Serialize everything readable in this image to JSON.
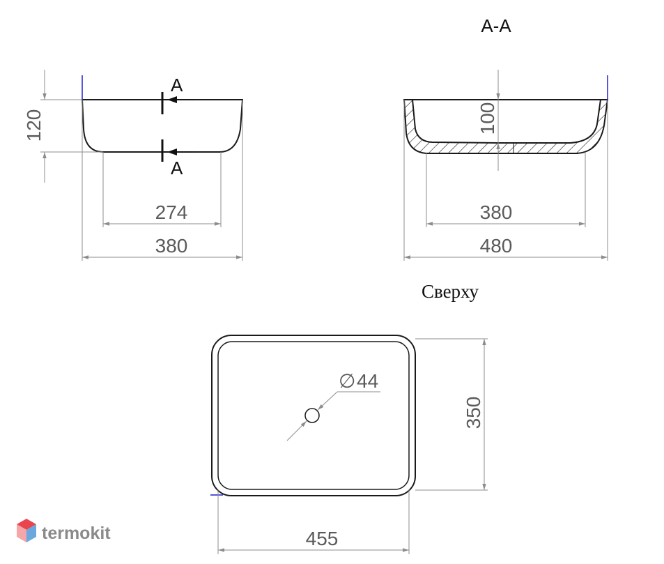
{
  "section_title": "A-A",
  "top_view_title": "Сверху",
  "section_marker": "A",
  "brand": {
    "name": "termokit",
    "colors": {
      "top": "#e8454f",
      "left": "#f4a6a8",
      "right": "#9cc6e8",
      "bottom": "#6aa8de"
    }
  },
  "dimensions": {
    "side_height": "120",
    "side_bottom_width": "274",
    "side_top_width": "380",
    "section_depth": "100",
    "section_bottom_width": "380",
    "section_top_width": "480",
    "top_depth": "350",
    "top_width": "455",
    "drain_diameter": "44",
    "diameter_symbol": "∅"
  },
  "colors": {
    "outline": "#1a1a1a",
    "dimension": "#8c8c8c",
    "text": "#5a5a5a",
    "axis": "#1f1fcf"
  }
}
